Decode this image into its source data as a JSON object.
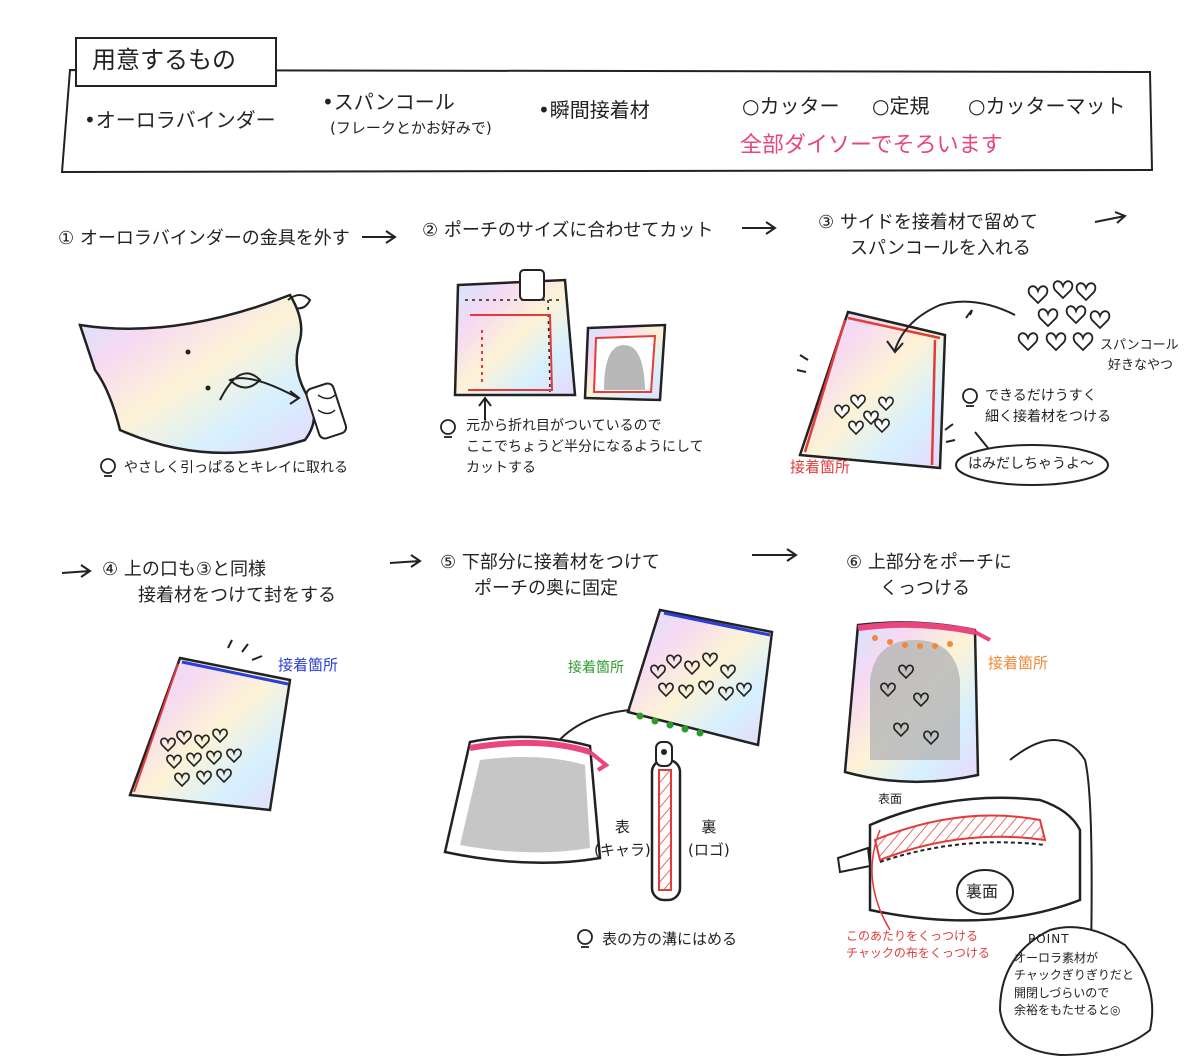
{
  "header": {
    "title": "用意するもの",
    "items": [
      {
        "label": "•オーロラバインダー"
      },
      {
        "label": "•スパンコール",
        "note": "(フレークとかお好みで)"
      },
      {
        "label": "•瞬間接着材"
      },
      {
        "label": "○カッター"
      },
      {
        "label": "○定規"
      },
      {
        "label": "○カッターマット"
      }
    ],
    "note": "全部ダイソーでそろいます"
  },
  "steps": [
    {
      "num": "①",
      "title": "オーロラバインダーの金具を外す",
      "tip": "やさしく引っぱるとキレイに取れる"
    },
    {
      "num": "②",
      "title": "ポーチのサイズに合わせてカット",
      "tip": [
        "元から折れ目がついているので",
        "ここでちょうど半分になるようにして",
        "カットする"
      ]
    },
    {
      "num": "③",
      "title": [
        "サイドを接着材で留めて",
        "スパンコールを入れる"
      ],
      "label_glue": "接着箇所",
      "label_sequin": [
        "スパンコール",
        "好きなやつ"
      ],
      "tip": [
        "できるだけうすく",
        "細く接着材をつける"
      ],
      "bubble": "はみだしちゃうよ〜"
    },
    {
      "num": "④",
      "title": [
        "上の口も③と同様",
        "接着材をつけて封をする"
      ],
      "label_glue": "接着箇所"
    },
    {
      "num": "⑤",
      "title": [
        "下部分に接着材をつけて",
        "ポーチの奥に固定"
      ],
      "label_glue": "接着箇所",
      "label_front": [
        "表",
        "(キャラ)"
      ],
      "label_back": [
        "裏",
        "(ロゴ)"
      ],
      "tip": "表の方の溝にはめる"
    },
    {
      "num": "⑥",
      "title": [
        "上部分をポーチに",
        "くっつける"
      ],
      "label_glue": "接着箇所",
      "label_surface": "表面",
      "label_back_side": "裏面",
      "note_red": [
        "このあたりをくっつける",
        "チャックの布をくっつける"
      ],
      "point_title": "POINT",
      "point_text": [
        "オーロラ素材が",
        "チャックぎりぎりだと",
        "開閉しづらいので",
        "余裕をもたせると◎"
      ]
    }
  ],
  "colors": {
    "pink": "#e8467c",
    "red": "#e23b3b",
    "blue": "#2a3fd6",
    "green": "#2e9a2e",
    "orange": "#ee8a3a",
    "gray": "#b8b8b8"
  }
}
